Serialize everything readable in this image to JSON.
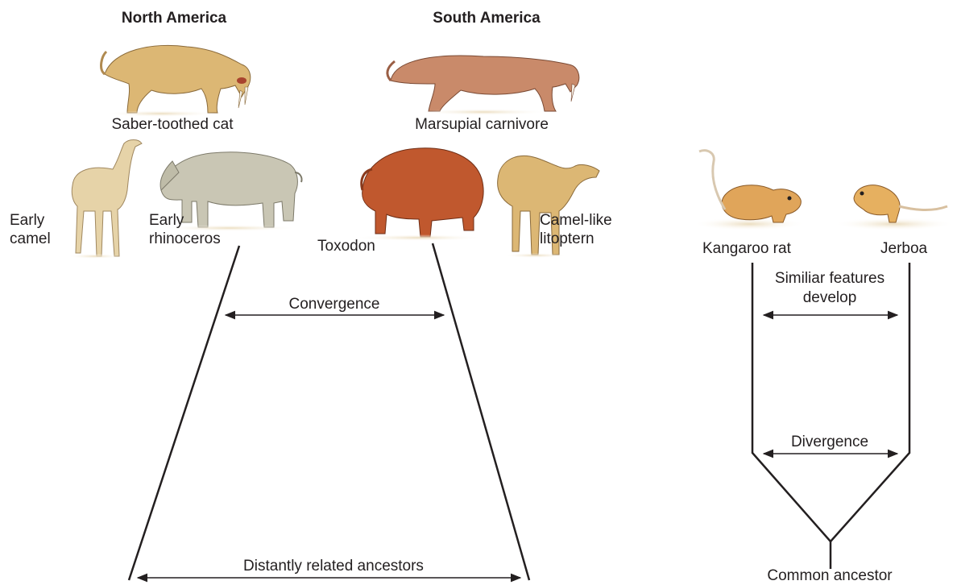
{
  "headings": {
    "north_america": "North America",
    "south_america": "South America"
  },
  "labels": {
    "saber_toothed_cat": "Saber-toothed cat",
    "marsupial_carnivore": "Marsupial carnivore",
    "early_camel": "Early\ncamel",
    "early_rhinoceros": "Early\nrhinoceros",
    "toxodon": "Toxodon",
    "camel_like_litoptern": "Camel-like\nlitoptern",
    "kangaroo_rat": "Kangaroo rat",
    "jerboa": "Jerboa",
    "similar_features": "Similiar features\ndevelop",
    "divergence": "Divergence",
    "common_ancestor": "Common ancestor",
    "convergence": "Convergence",
    "distant_ancestors": "Distantly related ancestors"
  },
  "colors": {
    "line": "#231f20",
    "tan_animal": "#d9b878",
    "pale_animal": "#e6d3a8",
    "rhino": "#c9c6b4",
    "toxodon": "#c0582e",
    "marsupial": "#c98a6a",
    "rodent": "#e0a55a"
  },
  "icons": {
    "saber_toothed_cat": "saber-toothed-cat-illustration",
    "marsupial_carnivore": "marsupial-carnivore-illustration",
    "early_camel": "early-camel-illustration",
    "early_rhinoceros": "early-rhinoceros-illustration",
    "toxodon": "toxodon-illustration",
    "litoptern": "litoptern-illustration",
    "kangaroo_rat": "kangaroo-rat-illustration",
    "jerboa": "jerboa-illustration"
  }
}
